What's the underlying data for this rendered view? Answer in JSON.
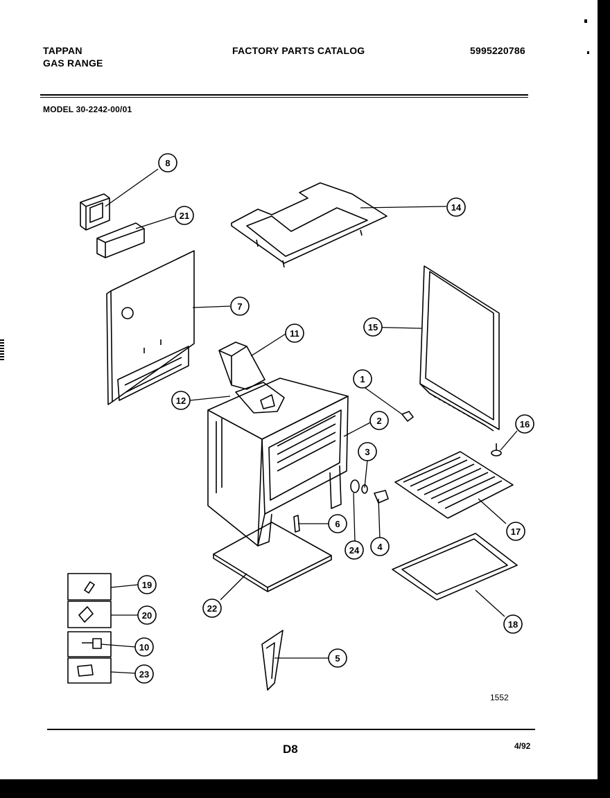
{
  "header": {
    "brand_line1": "TAPPAN",
    "brand_line2": "GAS RANGE",
    "catalog_title": "FACTORY PARTS CATALOG",
    "part_number": "5995220786",
    "model": "MODEL 30-2242-00/01"
  },
  "diagram": {
    "callouts": [
      "1",
      "2",
      "3",
      "4",
      "5",
      "6",
      "7",
      "8",
      "10",
      "11",
      "12",
      "14",
      "15",
      "16",
      "17",
      "18",
      "19",
      "20",
      "21",
      "22",
      "23",
      "24"
    ],
    "diagram_id": "1552"
  },
  "footer": {
    "page_code": "D8",
    "date": "4/92"
  }
}
